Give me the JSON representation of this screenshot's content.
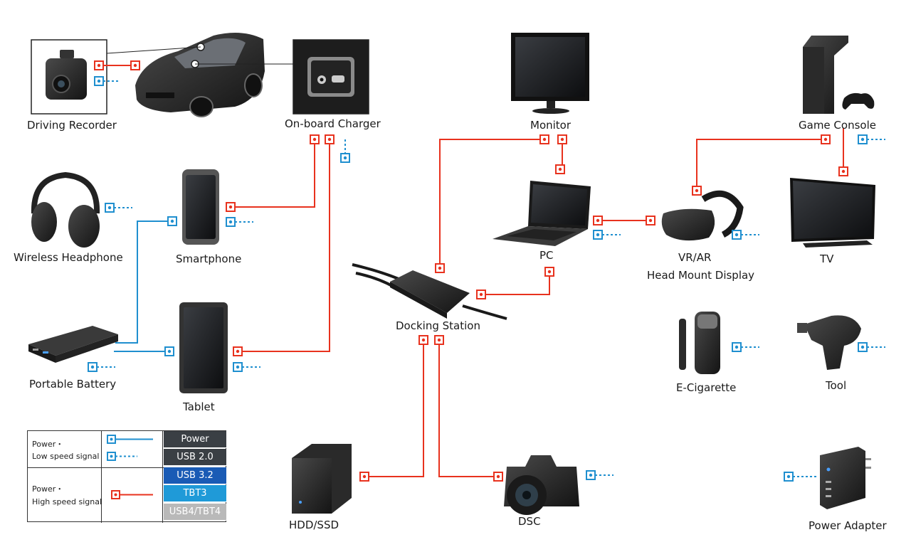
{
  "labels": {
    "driving_recorder": "Driving Recorder",
    "onboard_charger": "On-board Charger",
    "monitor": "Monitor",
    "game_console": "Game Console",
    "wireless_headphone": "Wireless Headphone",
    "smartphone": "Smartphone",
    "pc": "PC",
    "vr_ar": "VR/AR",
    "head_mount_display": "Head Mount Display",
    "tv": "TV",
    "docking_station": "Docking Station",
    "portable_battery": "Portable Battery",
    "tablet": "Tablet",
    "e_cigarette": "E-Cigarette",
    "tool": "Tool",
    "hdd_ssd": "HDD/SSD",
    "dsc": "DSC",
    "power_adapter": "Power Adapter"
  },
  "legend": {
    "row1_line1": "Power・",
    "row1_line2": "Low speed signal",
    "row2_line1": "Power・",
    "row2_line2": "High speed signal",
    "chips": [
      {
        "label": "Power",
        "color": "#3a3f44"
      },
      {
        "label": "USB 2.0",
        "color": "#3a3f44"
      },
      {
        "label": "USB 3.2",
        "color": "#1a5bb5"
      },
      {
        "label": "TBT3",
        "color": "#1f9ad8"
      },
      {
        "label": "USB4/TBT4",
        "color": "#b9b9b9"
      }
    ]
  },
  "colors": {
    "high_speed": "#e8321e",
    "low_speed": "#1f8fcf",
    "device_dark": "#2b2b2b"
  }
}
